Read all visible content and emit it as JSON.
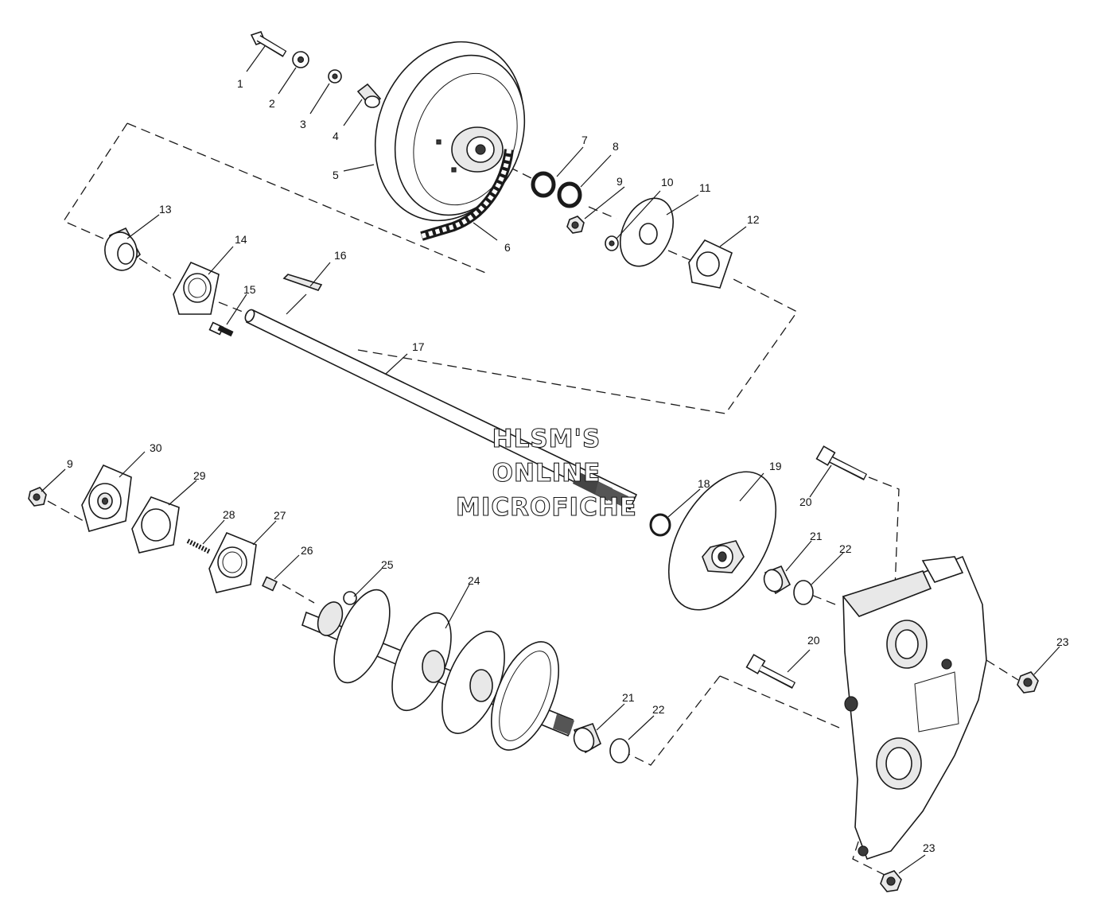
{
  "watermark": {
    "line1": "HLSM'S",
    "line2": "ONLINE",
    "line3": "MICROFICHE"
  },
  "callouts": [
    {
      "id": "c1",
      "label": "1"
    },
    {
      "id": "c2",
      "label": "2"
    },
    {
      "id": "c3",
      "label": "3"
    },
    {
      "id": "c4",
      "label": "4"
    },
    {
      "id": "c5",
      "label": "5"
    },
    {
      "id": "c6",
      "label": "6"
    },
    {
      "id": "c7",
      "label": "7"
    },
    {
      "id": "c8",
      "label": "8"
    },
    {
      "id": "c9a",
      "label": "9"
    },
    {
      "id": "c10",
      "label": "10"
    },
    {
      "id": "c11",
      "label": "11"
    },
    {
      "id": "c12",
      "label": "12"
    },
    {
      "id": "c13",
      "label": "13"
    },
    {
      "id": "c14",
      "label": "14"
    },
    {
      "id": "c15",
      "label": "15"
    },
    {
      "id": "c16",
      "label": "16"
    },
    {
      "id": "c17",
      "label": "17"
    },
    {
      "id": "c18",
      "label": "18"
    },
    {
      "id": "c19",
      "label": "19"
    },
    {
      "id": "c20a",
      "label": "20"
    },
    {
      "id": "c20b",
      "label": "20"
    },
    {
      "id": "c21a",
      "label": "21"
    },
    {
      "id": "c21b",
      "label": "21"
    },
    {
      "id": "c22a",
      "label": "22"
    },
    {
      "id": "c22b",
      "label": "22"
    },
    {
      "id": "c23a",
      "label": "23"
    },
    {
      "id": "c23b",
      "label": "23"
    },
    {
      "id": "c24",
      "label": "24"
    },
    {
      "id": "c25",
      "label": "25"
    },
    {
      "id": "c26",
      "label": "26"
    },
    {
      "id": "c27",
      "label": "27"
    },
    {
      "id": "c28",
      "label": "28"
    },
    {
      "id": "c29",
      "label": "29"
    },
    {
      "id": "c30",
      "label": "30"
    },
    {
      "id": "c9b",
      "label": "9"
    }
  ]
}
